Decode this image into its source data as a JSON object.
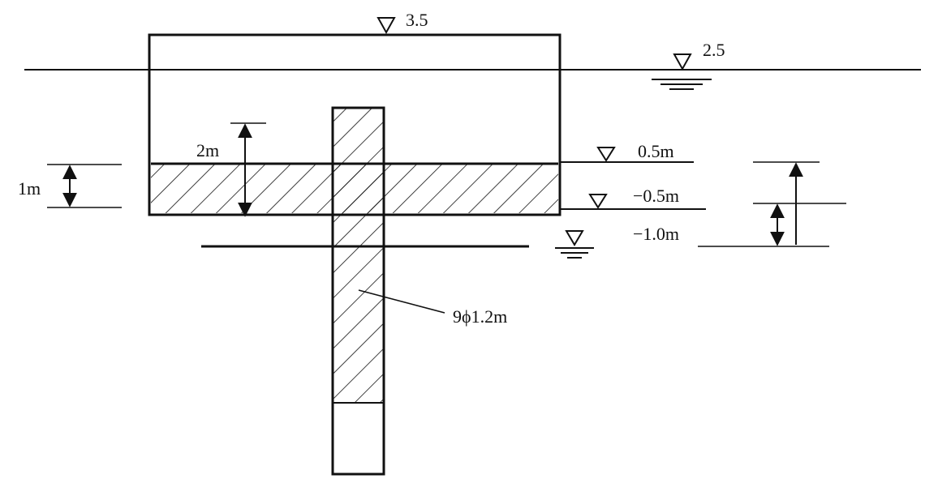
{
  "diagram": {
    "labels": {
      "top_elevation": "3.5",
      "water_level": "2.5",
      "cap_top": "0.5m",
      "cap_bottom": "−0.5m",
      "scour_line": "−1.0m",
      "cap_thickness": "1m",
      "water_above_cap": "2m",
      "pile_callout": "9ϕ1.2m"
    }
  }
}
